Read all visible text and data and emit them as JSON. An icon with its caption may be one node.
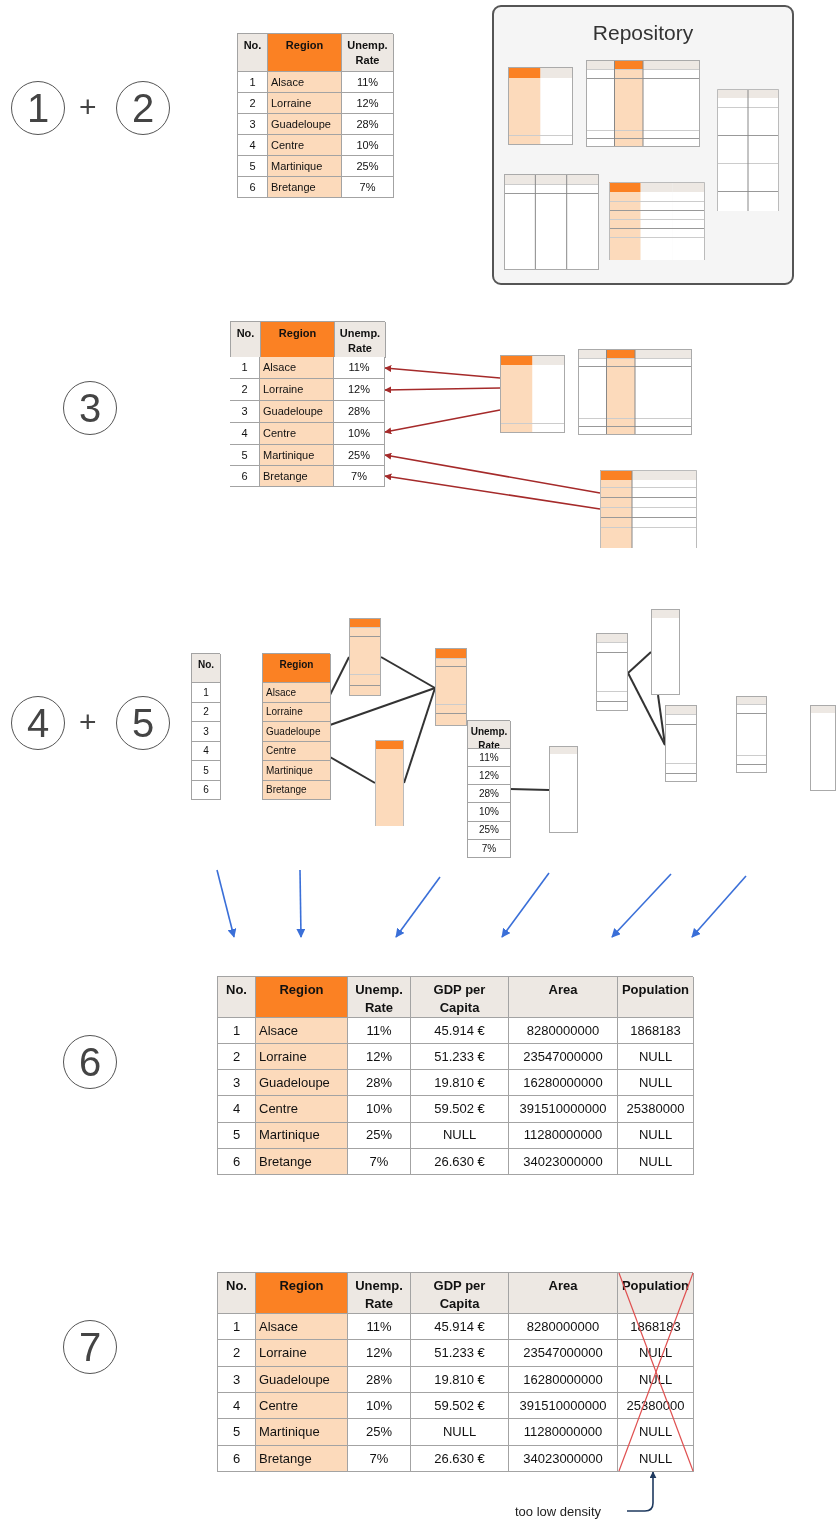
{
  "diagram": {
    "nodes": [
      {
        "text": [
          "1"
        ]
      },
      {
        "text": [
          "2"
        ]
      },
      {
        "text": [
          "No.",
          "Region",
          "Unemp. Rate",
          "1",
          "Alsace",
          "11%",
          "2",
          "Lorraine",
          "12%",
          "3",
          "Guadeloupe",
          "28%",
          "4",
          "Centre",
          "10%",
          "5",
          "Martinique",
          "25%",
          "6",
          "Bretange",
          "7%"
        ]
      },
      {
        "text": [
          "Repository"
        ]
      },
      {
        "text": [],
        "shape": "table",
        "in": 3
      },
      {
        "text": [],
        "shape": "table",
        "in": 3
      },
      {
        "text": [],
        "shape": "table",
        "in": 3
      },
      {
        "text": [],
        "shape": "table",
        "in": 3
      },
      {
        "text": [],
        "shape": "table",
        "in": 3
      },
      {
        "text": [
          "3"
        ]
      },
      {
        "text": [
          "No.",
          "Region",
          "Unemp. Rate"
        ]
      },
      {
        "text": [
          "1",
          "Alsace",
          "11%"
        ],
        "in": 10
      },
      {
        "text": [
          "2",
          "Lorraine",
          "12%"
        ],
        "in": 10
      },
      {
        "text": [
          "3",
          "Guadeloupe",
          "28%"
        ],
        "in": 10
      },
      {
        "text": [
          "4",
          "Centre",
          "10%"
        ],
        "in": 10
      },
      {
        "text": [
          "5",
          "Martinique",
          "25%"
        ],
        "in": 10
      },
      {
        "text": [
          "6",
          "Bretange",
          "7%"
        ],
        "in": 10
      },
      {
        "text": [],
        "shape": "table"
      },
      {
        "text": [],
        "shape": "table"
      },
      {
        "text": [],
        "shape": "table"
      },
      {
        "text": [
          "4"
        ]
      },
      {
        "text": [
          "5"
        ]
      },
      {
        "text": [
          "No.",
          "1",
          "2",
          "3",
          "4",
          "5",
          "6"
        ]
      },
      {
        "text": [
          "Region",
          "Alsace",
          "Lorraine",
          "Guadeloupe",
          "Centre",
          "Martinique",
          "Bretange"
        ]
      },
      {
        "text": [],
        "shape": "table"
      },
      {
        "text": [],
        "shape": "table"
      },
      {
        "text": [],
        "shape": "table"
      },
      {
        "text": [
          "Unemp. Rate",
          "11%",
          "12%",
          "28%",
          "10%",
          "25%",
          "7%"
        ]
      },
      {
        "text": [],
        "shape": "table"
      },
      {
        "text": [],
        "shape": "table"
      },
      {
        "text": [],
        "shape": "table"
      },
      {
        "text": [],
        "shape": "table"
      },
      {
        "text": [],
        "shape": "table"
      },
      {
        "text": [],
        "shape": "table"
      },
      {
        "text": [
          "6"
        ]
      },
      {
        "text": [
          "No.",
          "Region",
          "Unemp. Rate",
          "GDP per Capita",
          "Area",
          "Population",
          "1",
          "Alsace",
          "11%",
          "45.914 €",
          "8280000000",
          "1868183",
          "2",
          "Lorraine",
          "12%",
          "51.233 €",
          "23547000000",
          "NULL",
          "3",
          "Guadeloupe",
          "28%",
          "19.810 €",
          "16280000000",
          "NULL",
          "4",
          "Centre",
          "10%",
          "59.502 €",
          "391510000000",
          "25380000",
          "5",
          "Martinique",
          "25%",
          "NULL",
          "11280000000",
          "NULL",
          "6",
          "Bretange",
          "7%",
          "26.630 €",
          "34023000000",
          "NULL"
        ]
      },
      {
        "text": [
          "7"
        ]
      },
      {
        "text": [
          "No.",
          "Region",
          "Unemp. Rate",
          "GDP per Capita",
          "Area",
          "Population",
          "1",
          "Alsace",
          "11%",
          "45.914 €",
          "8280000000",
          "1868183",
          "2",
          "Lorraine",
          "12%",
          "51.233 €",
          "23547000000",
          "NULL",
          "3",
          "Guadeloupe",
          "28%",
          "19.810 €",
          "16280000000",
          "NULL",
          "4",
          "Centre",
          "10%",
          "59.502 €",
          "391510000000",
          "25380000",
          "5",
          "Martinique",
          "25%",
          "NULL",
          "11280000000",
          "NULL",
          "6",
          "Bretange",
          "7%",
          "26.630 €",
          "34023000000",
          "NULL"
        ]
      },
      {
        "text": [
          "too low density"
        ]
      }
    ],
    "edges": [
      {
        "from": 17,
        "to": 11,
        "arrow": "to",
        "color": "#a52a2a"
      },
      {
        "from": 17,
        "to": 12,
        "arrow": "to",
        "color": "#a52a2a"
      },
      {
        "from": 17,
        "to": 14,
        "arrow": "to",
        "color": "#a52a2a"
      },
      {
        "from": 19,
        "to": 15,
        "arrow": "to",
        "color": "#a52a2a"
      },
      {
        "from": 19,
        "to": 16,
        "arrow": "to",
        "color": "#a52a2a"
      },
      {
        "from": 23,
        "to": 24,
        "arrow": "none"
      },
      {
        "from": 24,
        "to": 26,
        "arrow": "none"
      },
      {
        "from": 23,
        "to": 26,
        "arrow": "none"
      },
      {
        "from": 23,
        "to": 25,
        "arrow": "none"
      },
      {
        "from": 25,
        "to": 26,
        "arrow": "none"
      },
      {
        "from": 27,
        "to": 28,
        "arrow": "none"
      },
      {
        "from": 29,
        "to": 30,
        "arrow": "none"
      },
      {
        "from": 29,
        "to": 31,
        "arrow": "none"
      },
      {
        "from": 30,
        "to": 31,
        "arrow": "none"
      },
      {
        "from": 38,
        "to": 37,
        "arrow": "to",
        "color": "#1f3a5f"
      }
    ],
    "labels": [
      "+",
      "+"
    ]
  }
}
